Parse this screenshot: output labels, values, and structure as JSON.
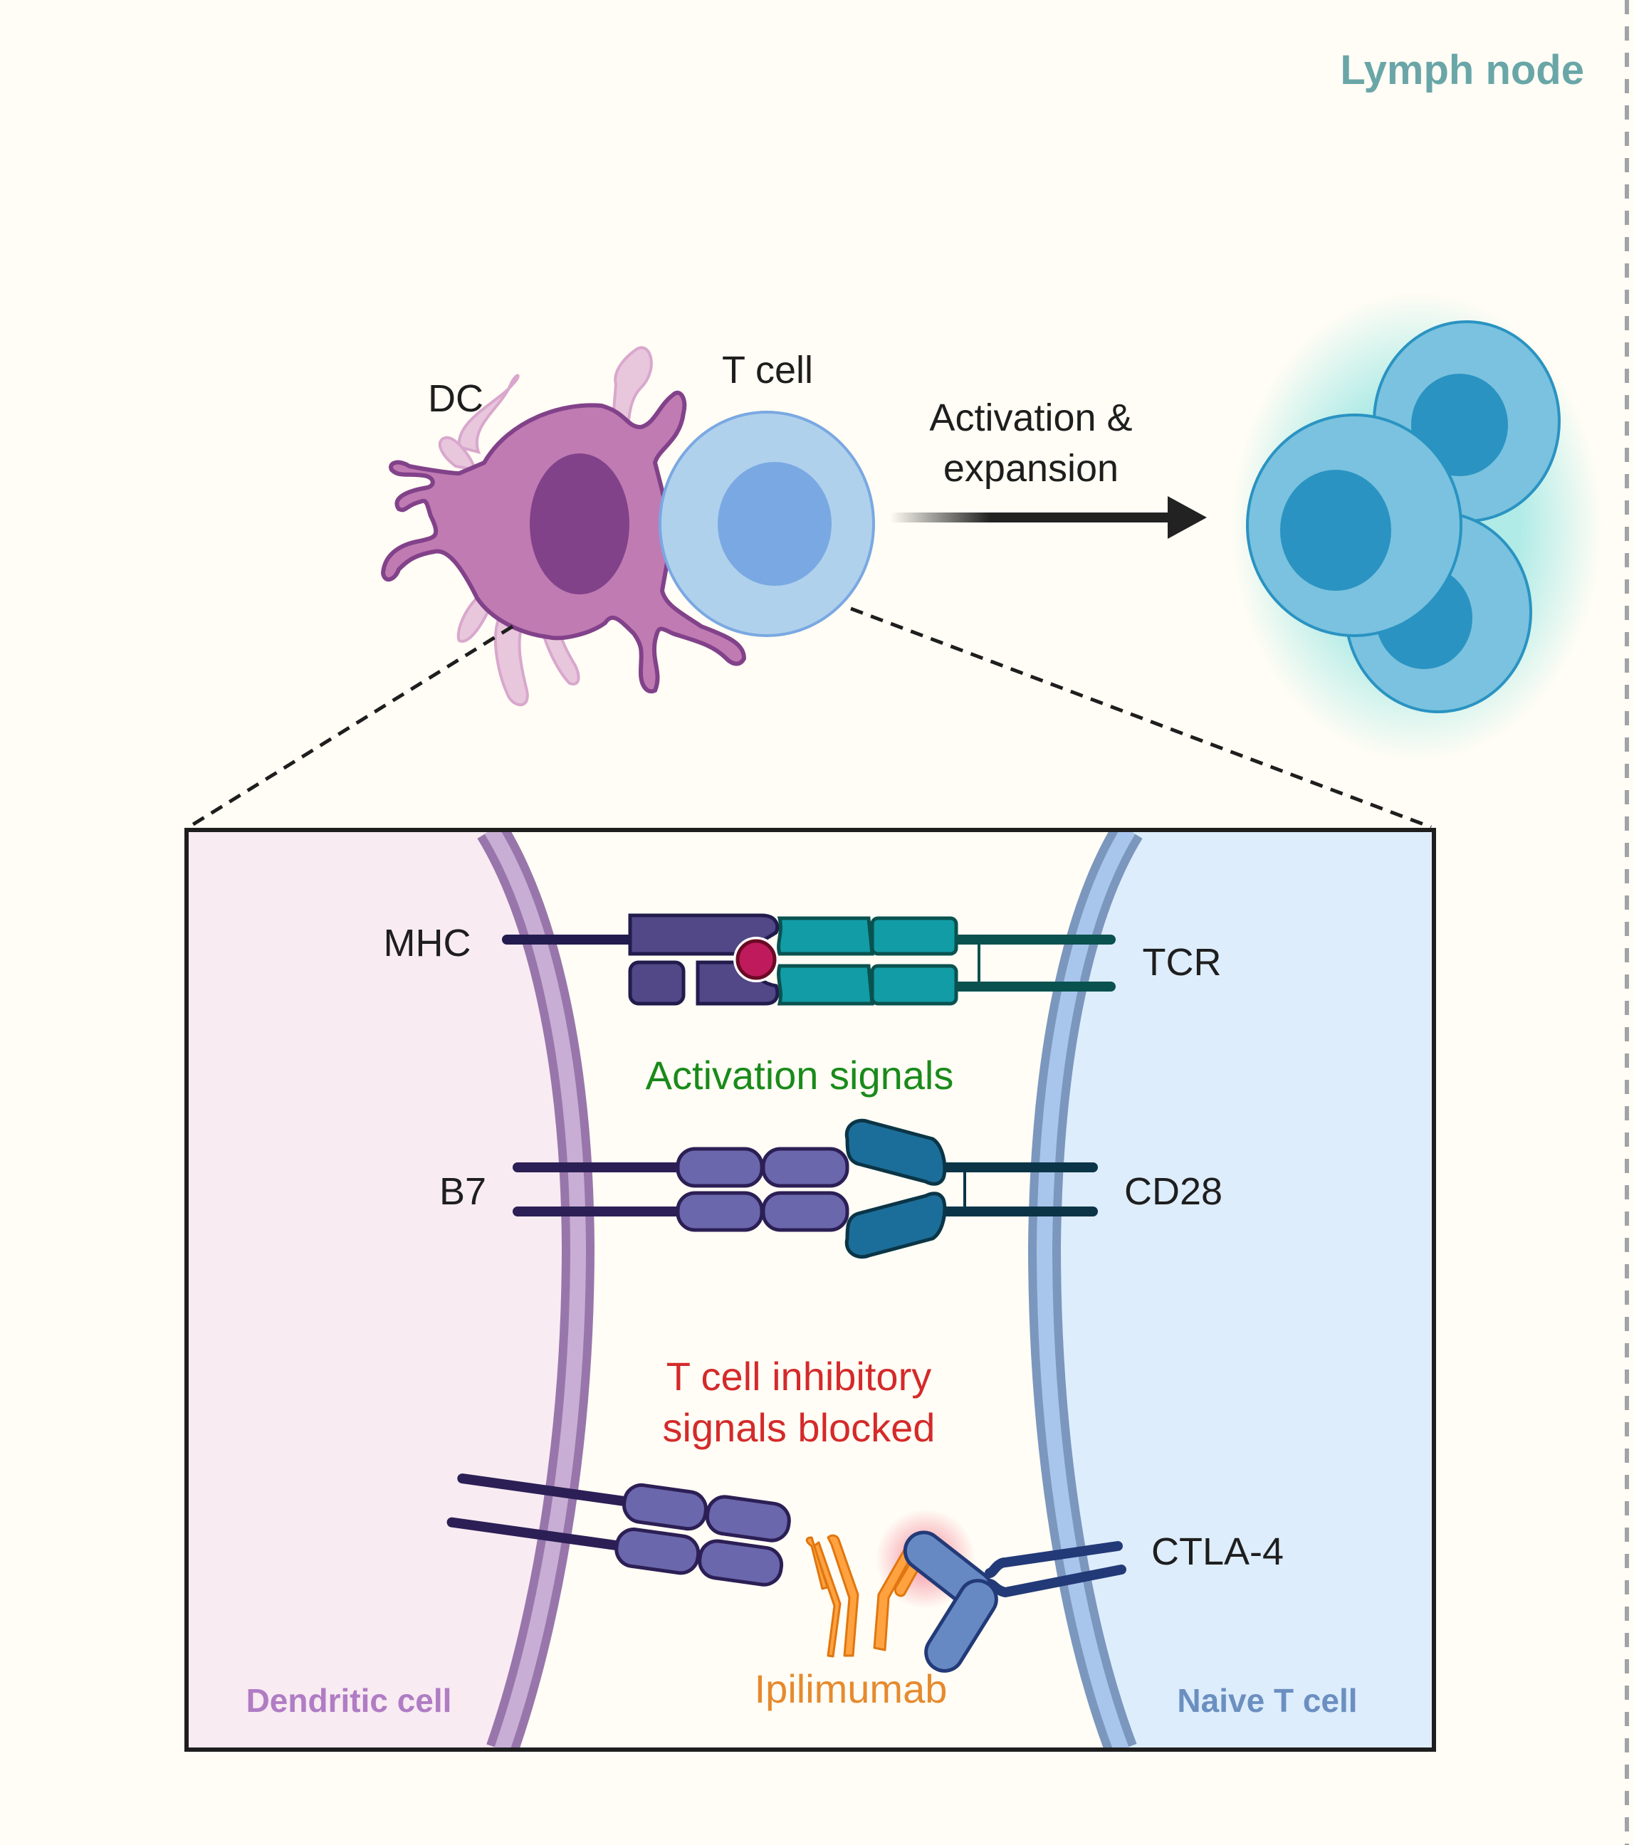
{
  "region_label": "Lymph node",
  "top_panel": {
    "dc_label": "DC",
    "tcell_label": "T cell",
    "arrow_label_line1": "Activation &",
    "arrow_label_line2": "expansion"
  },
  "zoom_panel": {
    "left_cell_label": "Dendritic cell",
    "right_cell_label": "Naive T cell",
    "mhc_label": "MHC",
    "tcr_label": "TCR",
    "activation_text": "Activation signals",
    "b7_label": "B7",
    "cd28_label": "CD28",
    "inhibitory_line1": "T cell inhibitory",
    "inhibitory_line2": "signals blocked",
    "ctla4_label": "CTLA-4",
    "drug_label": "Ipilimumab"
  },
  "colors": {
    "background": "#fffdf5",
    "lymph_node_label": "#6aa6a8",
    "dc_body": "#c07bb3",
    "dc_nucleus": "#82428a",
    "tcell_body": "#afd1ec",
    "tcell_nucleus": "#7aa8e2",
    "activated_tcell": "#7ac2df",
    "activated_nucleus": "#2a93c2",
    "activation_text": "#1a8a1a",
    "inhibitory_text": "#d42a2a",
    "drug": "#ffa23f",
    "drug_text": "#e68a2e",
    "dc_label_color": "#b07cc4",
    "naive_label_color": "#6b8fc0"
  }
}
